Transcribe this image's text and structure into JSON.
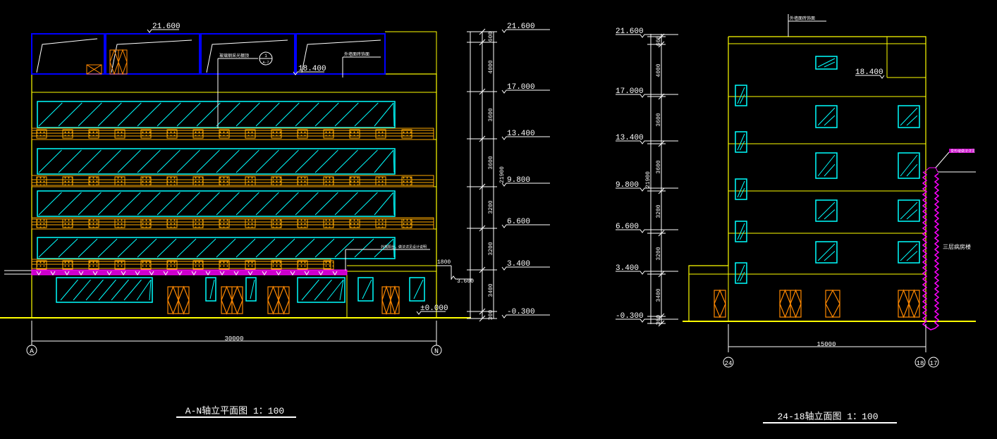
{
  "left": {
    "title": "A-N轴立平面图 1：100",
    "levels": [
      "21.600",
      "21.600",
      "17.000",
      "13.400",
      "9.800",
      "6.600",
      "3.400",
      "-0.300",
      "18.400",
      "±0.000",
      "3.600"
    ],
    "dims": [
      "600",
      "4000",
      "3600",
      "3600",
      "3200",
      "3200",
      "3400",
      "300",
      "21900",
      "1800"
    ],
    "overall_dim": "30000",
    "axis_start": "A",
    "axis_end": "N",
    "detail_ref_top": "1",
    "detail_ref_bottom": "A-7",
    "note_roof": "玻璃钢采光棚顶",
    "note_parapet": "外墙面砖饰面",
    "note_balcony": "外挑阳台，做法详见设计说明"
  },
  "right": {
    "title": "24-18轴立面图 1：100",
    "levels": [
      "21.600",
      "17.000",
      "13.400",
      "9.800",
      "6.600",
      "3.400",
      "-0.300",
      "18.400"
    ],
    "dims": [
      "600",
      "4000",
      "3600",
      "3600",
      "3200",
      "3200",
      "3400",
      "300",
      "21900"
    ],
    "overall_dim": "15000",
    "axis_left": "24",
    "axis_mid": "18",
    "axis_right": "17",
    "label_adjacent": "三层病房楼",
    "note_top": "外墙面砖饰面",
    "note_joint": "变形缝做法详见"
  },
  "colors": {
    "wall": "#ffff00",
    "glass": "#00ffff",
    "door": "#ff8800",
    "railing": "#ffaa00",
    "frame": "#0000ff",
    "dim": "#ffffff",
    "magenta": "#ff00ff"
  }
}
